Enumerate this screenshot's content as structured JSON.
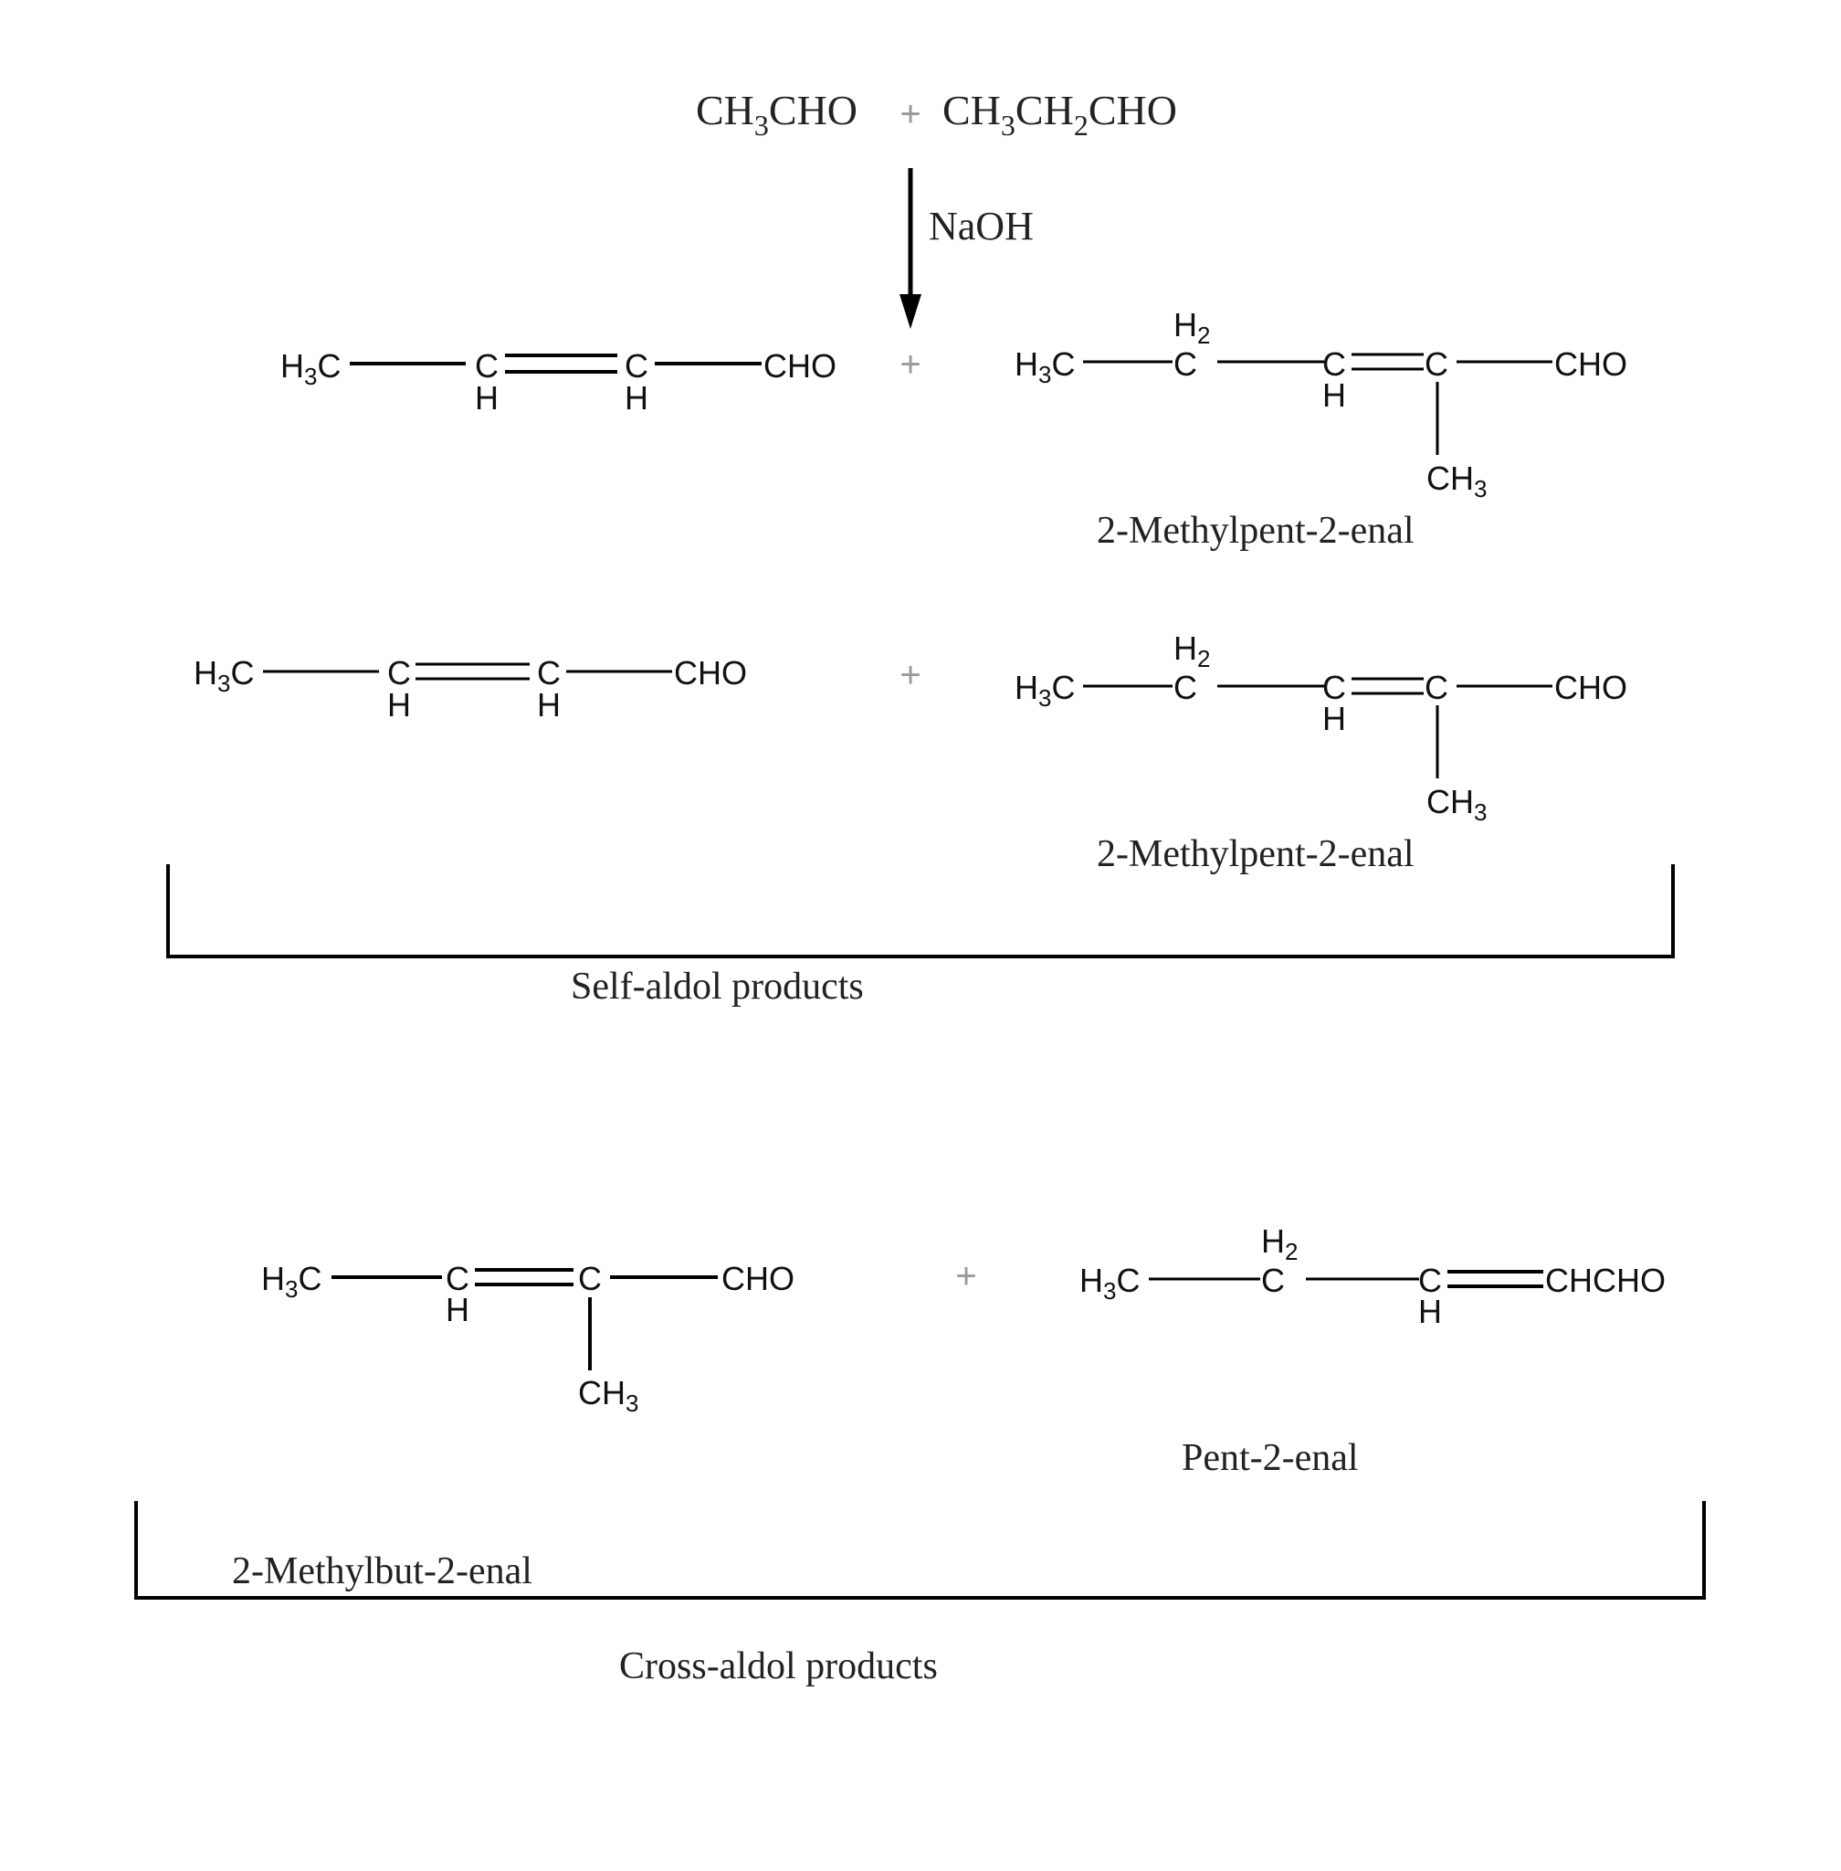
{
  "reactants": {
    "reactant1": {
      "main": "CH",
      "sub": "3",
      "rest": "CHO"
    },
    "plus": "+",
    "reactant2": {
      "p1": "CH",
      "s1": "3",
      "p2": "CH",
      "s2": "2",
      "p3": "CHO"
    }
  },
  "reagent": "NaOH",
  "atoms": {
    "H3C_H": "H",
    "H3C_3": "3",
    "C": "C",
    "H": "H",
    "CHO": "CHO",
    "CHCHO": "CHCHO",
    "H2_H": "H",
    "H2_2": "2",
    "CH3_CH": "CH",
    "CH3_3": "3"
  },
  "plus_sign": "+",
  "products": {
    "self_aldol": {
      "row1_left_name": "",
      "row1_right_name": "2-Methylpent-2-enal",
      "row2_left_name": "",
      "row2_right_name": "2-Methylpent-2-enal",
      "group_label": "Self-aldol products"
    },
    "cross_aldol": {
      "left_name": "2-Methylbut-2-enal",
      "right_name": "Pent-2-enal",
      "group_label": "Cross-aldol products"
    }
  }
}
